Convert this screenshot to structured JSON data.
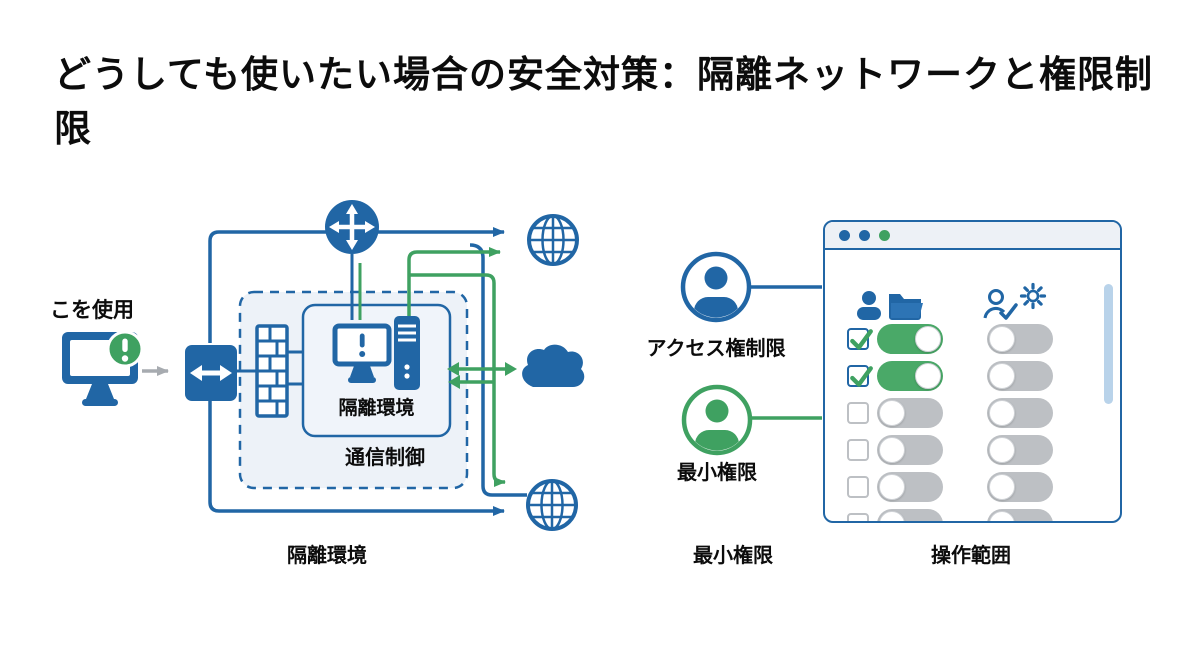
{
  "title": "どうしても使いたい場合の安全対策：隔離ネットワークと権限制限",
  "colors": {
    "blue": "#2166a5",
    "green": "#3fa161",
    "toggle_on": "#4aa968",
    "toggle_off": "#bdc0c4",
    "gray_arrow": "#a7abb0",
    "box_fill": "#edf2f8",
    "titlebar": "#edf1f6",
    "scrollbar": "#b9d3ea"
  },
  "left_diagram": {
    "usage_label": "こを使用",
    "isolated_box_label": "隔離環境",
    "control_label": "通信制御",
    "caption": "隔離環境",
    "icons": [
      "computer-warning-icon",
      "network-switch-icon",
      "router-icon",
      "firewall-icon",
      "isolated-computer-icon",
      "server-icon",
      "globe-top-icon",
      "cloud-icon",
      "globe-bottom-icon"
    ]
  },
  "right_diagram": {
    "access_label": "アクセス権制限",
    "least_privilege_label": "最小権限",
    "caption_left": "最小権限",
    "caption_right": "操作範囲",
    "window": {
      "titlebar_dots": [
        "blue",
        "blue",
        "green"
      ],
      "header_icons": [
        "user-icon",
        "folder-icon",
        "user-check-icon",
        "gear-icon"
      ],
      "rows": [
        {
          "checked": true,
          "left_toggle": "on",
          "right_toggle": "off"
        },
        {
          "checked": true,
          "left_toggle": "on",
          "right_toggle": "off"
        },
        {
          "checked": false,
          "left_toggle": "off",
          "right_toggle": "off"
        },
        {
          "checked": false,
          "left_toggle": "off",
          "right_toggle": "off"
        },
        {
          "checked": false,
          "left_toggle": "off",
          "right_toggle": "off"
        },
        {
          "checked": false,
          "left_toggle": "off",
          "right_toggle": "off"
        }
      ]
    }
  }
}
